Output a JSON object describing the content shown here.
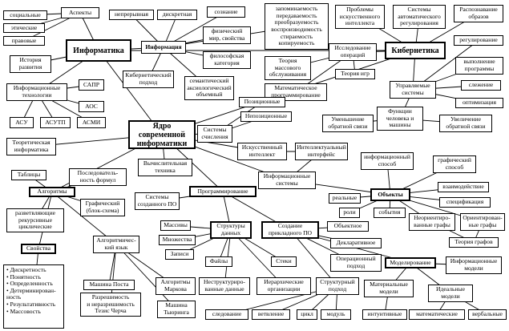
{
  "nodes": {
    "socialnye": "социальные",
    "aspekty": "Аспекты",
    "eticheskie": "этические",
    "pravovye": "правовые",
    "informatika": "Информатика",
    "istoriya": "История\nразвития",
    "nepreryvnaya": "непрерывная",
    "diskretnaya": "дискретная",
    "informaciya": "Информация",
    "soznanie": "сознание",
    "fizicheskiy": "физический\nмир, свойства",
    "filosofskaya": "философская\nкатегория",
    "kiberneticheskiy_podhod": "Кибернетический\nподход",
    "semanticheskiy": "семантический\nаксиологический\nобъемный",
    "zapominaemost": "запоминаемость\nпередаваемость\nпреобразуемость\nвоспроизводимость\nстираемость\nкопируемость",
    "teoriya_massovogo": "Теория\nмассового\nобслуживания",
    "problemy_ii": "Проблемы\nискусственного\nинтеллекта",
    "sistemy_avtomaticheskogo": "Системы\nавтоматического\nрегулирования",
    "raspoznavanie": "Распознавание\nобразов",
    "issledovanie": "Исследование\nопераций",
    "kibernetika": "Кибернетика",
    "teoriya_igr": "Теория игр",
    "matematicheskoe": "Математическое\nпрограммирование",
    "regulirovanie": "регулирование",
    "vypolnenie": "выполнение\nпрограммы",
    "slezhenie": "слежение",
    "optimizaciya": "оптимизация",
    "upravlyaemye": "Управляемые\nсистемы",
    "funkcii": "Функции\nчеловека и\nмашины",
    "umenshenie": "Уменьшение\nобратной связи",
    "uvelichenie": "Увеличение\nобратной связи",
    "it": "Информационные\nтехнологии",
    "sapr": "САПР",
    "aos": "АОС",
    "asu": "АСУ",
    "asutp": "АСУТП",
    "asmi": "АСМИ",
    "pozicionnye": "Позиционные",
    "nepozicionnye": "Непозиционные",
    "yadro": "Ядро\nсовременной\nинформатики",
    "sistemy_schisleniya": "Системы\nсчисления",
    "teoreticheskaya": "Теоретическая\nинформатика",
    "iskusstvenny_intellekt": "Искусственный\nинтеллект",
    "intellektualny": "Интеллектуальный\nинтерфейс",
    "informacionny_sposob": "информационный\nспособ",
    "graficheskiy_sposob": "графический\nспособ",
    "tablicy": "Таблицы",
    "posledovatelnost": "Последователь-\nность формул",
    "vychislitelnaya": "Вычислительная\nтехника",
    "informacionnye_sistemy": "Информационные\nсистемы",
    "algoritmy": "Алгоритмы",
    "obekty": "Объекты",
    "vzaimodeystvie": "взаимодействие",
    "realnye": "реальные",
    "programmirovanie": "Программирование",
    "specifikaciya": "спецификация",
    "razvetvlyayuschie": "разветвляющие\nрекурсивные\nциклические",
    "graficheskiy_blok": "Графический\n(блок-схема)",
    "sistemy_sozdannogo": "Системы\nсозданного ПО",
    "roli": "роли",
    "sobytiya": "события",
    "neorientirovannye": "Неориентиро-\nванные графы",
    "orientirovannye": "Ориентирован-\nные графы",
    "massivy": "Массивы",
    "struktury": "Структуры\nданных",
    "sozdanie_po": "Создание\nприкладного ПО",
    "obektnoe": "Объектное",
    "teoriya_grafov": "Теория графов",
    "svoystva": "Свойства",
    "algoritmicheskiy": "Алгоритмичес-\nкий язык",
    "mnozhestva": "Множества",
    "deklarativnoe": "Декларативное",
    "zapisi": "Записи",
    "fayly": "Файлы",
    "steki": "Стеки",
    "operacionny": "Операционный\nподход",
    "modelirovanie": "Моделирование",
    "informacionnye_modeli": "Информационные\nмодели",
    "mashina_posta": "Машина Поста",
    "algoritmy_markova": "Алгоритмы\nМаркова",
    "nestrukturirovannye": "Неструктуриро-\nванные данные",
    "ierarhicheskie": "Иерархические\nорганизации",
    "strukturny": "Структурный\nподход",
    "materialnye": "Материальные\nмодели",
    "idealnye": "Идеальные\nмодели",
    "svoystva_list": "• Дискретность\n• Понятность\n• Определенность\n• Детерминирован-\n   ность\n• Результативность\n• Массовость",
    "razreshimost": "Разрешимость\nи неразрешимость\nТезис Черча",
    "mashina_tyuringa": "Машина\nТьюринга",
    "sledovanie": "следование",
    "vetvlenie": "ветвление",
    "cikl": "цикл",
    "modul": "модуль",
    "intuitivnye": "интуитивные",
    "matematicheskie": "математические",
    "verbalnye": "вербальные"
  }
}
